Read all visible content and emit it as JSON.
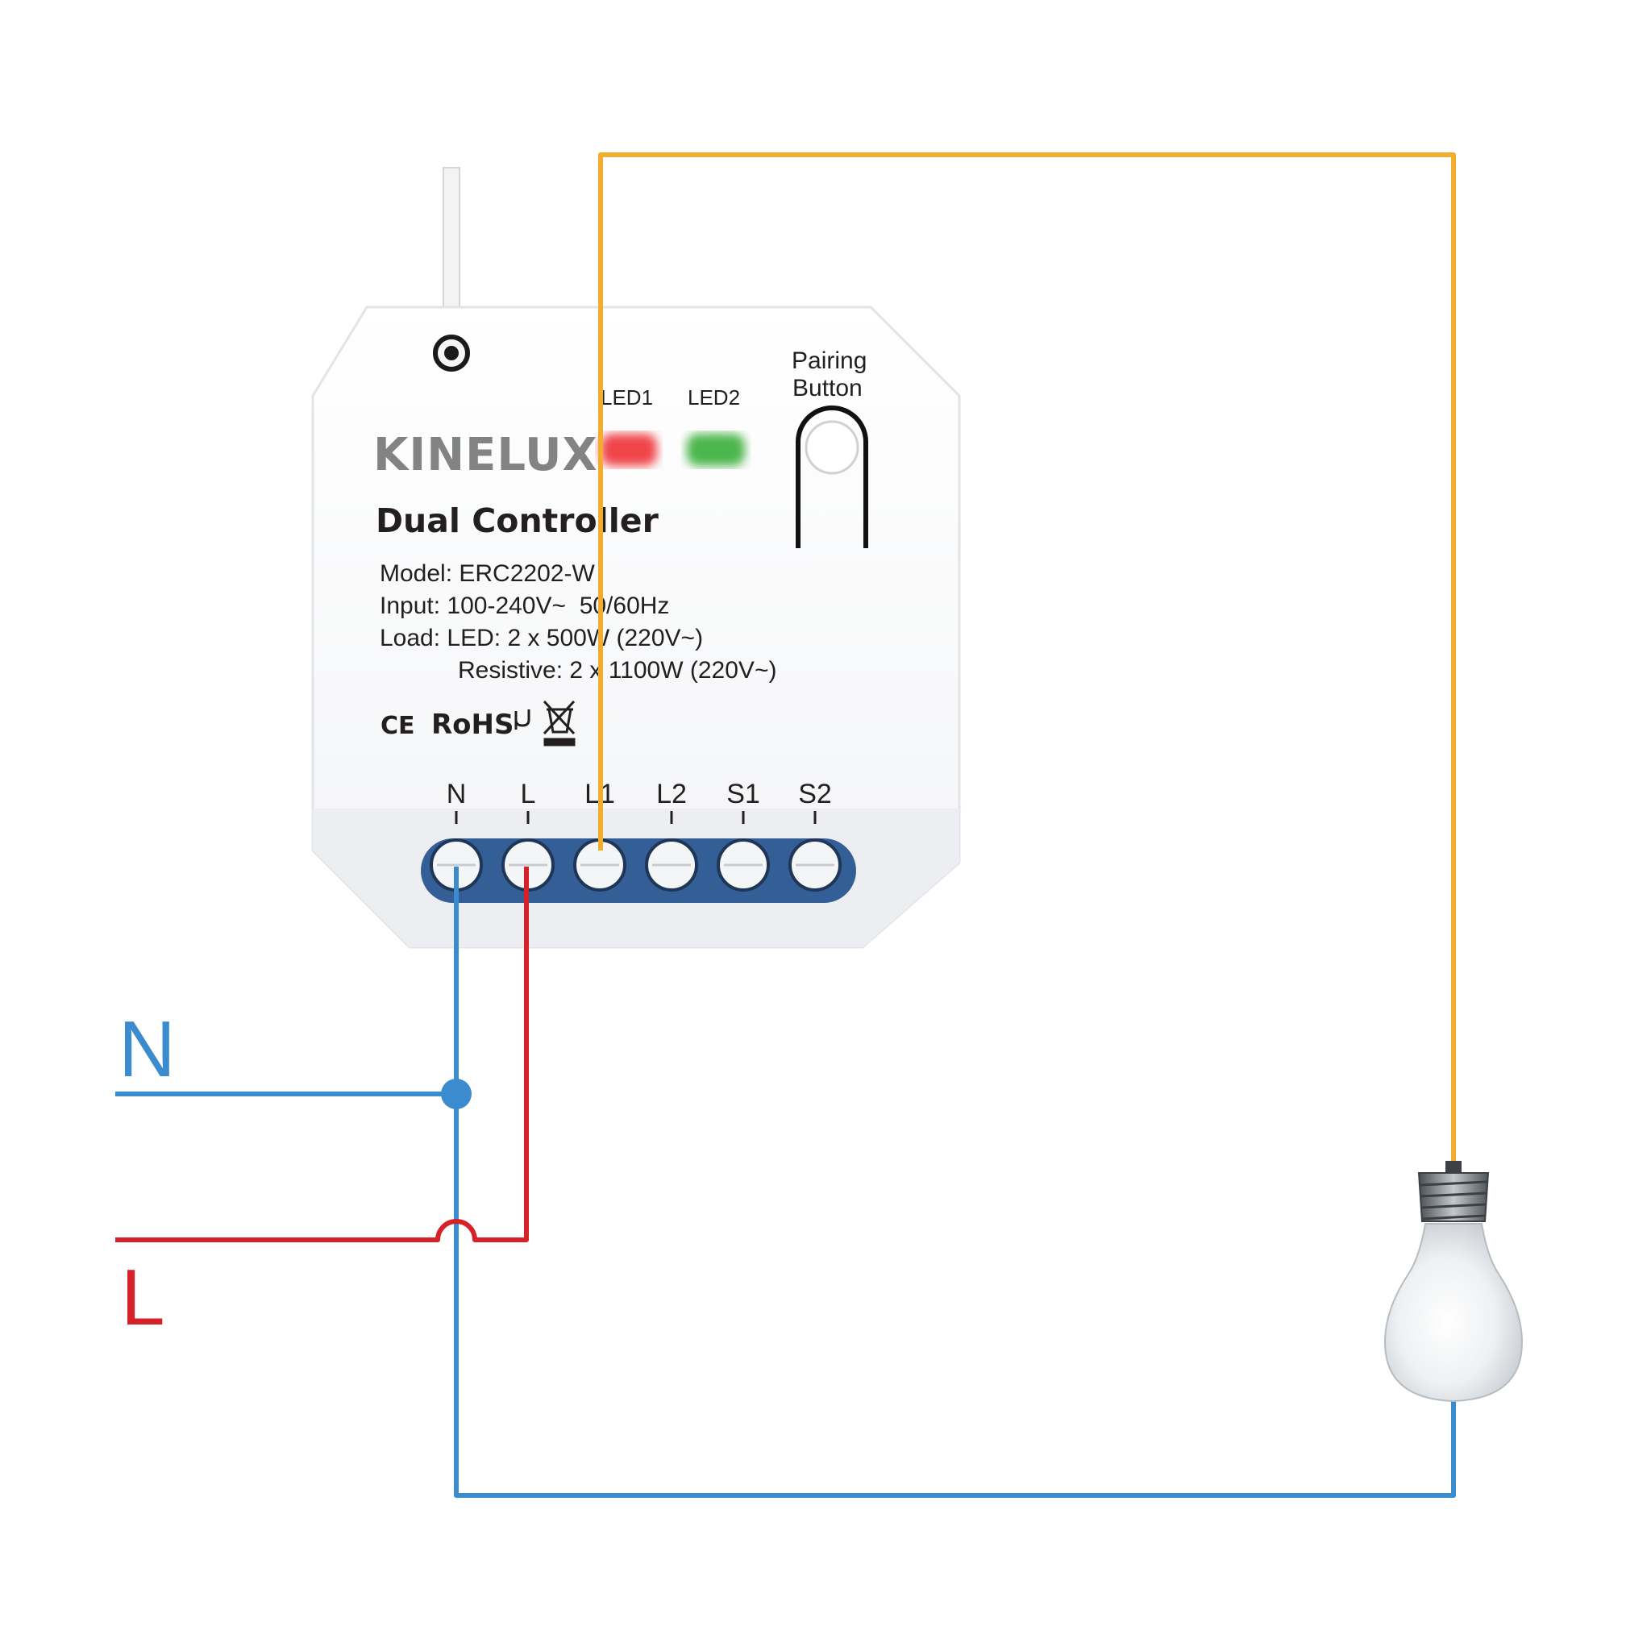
{
  "device": {
    "brand": "KINELUX",
    "title": "Dual Controller",
    "led1_label": "LED1",
    "led2_label": "LED2",
    "pairing_label_line1": "Pairing",
    "pairing_label_line2": "Button",
    "spec_model": "Model: ERC2202-W",
    "spec_input": "Input: 100-240V~  50/60Hz",
    "spec_load_led": "Load: LED: 2 x 500W (220V~)",
    "spec_load_resistive": "Resistive: 2 x 1100W (220V~)",
    "cert_ce": "CE",
    "cert_rohs": "RoHS",
    "terminals": [
      "N",
      "L",
      "L1",
      "L2",
      "S1",
      "S2"
    ]
  },
  "mains": {
    "neutral_label": "N",
    "live_label": "L"
  },
  "colors": {
    "neutral_wire": "#3a8ccf",
    "live_wire": "#d62128",
    "load_wire": "#f2ad2e",
    "led1": "#f0454a",
    "led2": "#4cb64c",
    "terminal_strip": "#345f96"
  }
}
